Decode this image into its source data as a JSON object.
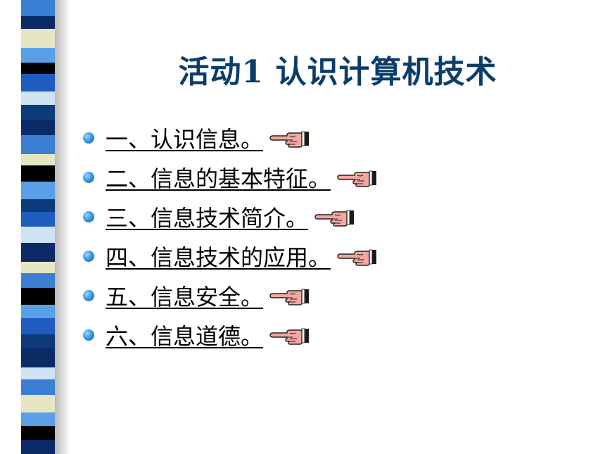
{
  "slide": {
    "title": "活动1 认识计算机技术",
    "items": [
      {
        "label": "一、认识信息。",
        "icon": "pointing-hand-icon"
      },
      {
        "label": "二、信息的基本特征。",
        "icon": "pointing-hand-icon"
      },
      {
        "label": "三、信息技术简介。",
        "icon": "pointing-hand-icon"
      },
      {
        "label": "四、信息技术的应用。",
        "icon": "pointing-hand-icon"
      },
      {
        "label": "五、信息安全。",
        "icon": "pointing-hand-icon"
      },
      {
        "label": "六、信息道德。",
        "icon": "pointing-hand-icon"
      }
    ]
  },
  "colors": {
    "title": "#0b3d6b",
    "bullet": "#2a8fe0",
    "stripe": [
      "#3a7fd4",
      "#0b2a66",
      "#e6e6c2",
      "#5aa0e8",
      "#000000",
      "#1e5cc0",
      "#cfe3f5",
      "#0d3b7a"
    ]
  }
}
